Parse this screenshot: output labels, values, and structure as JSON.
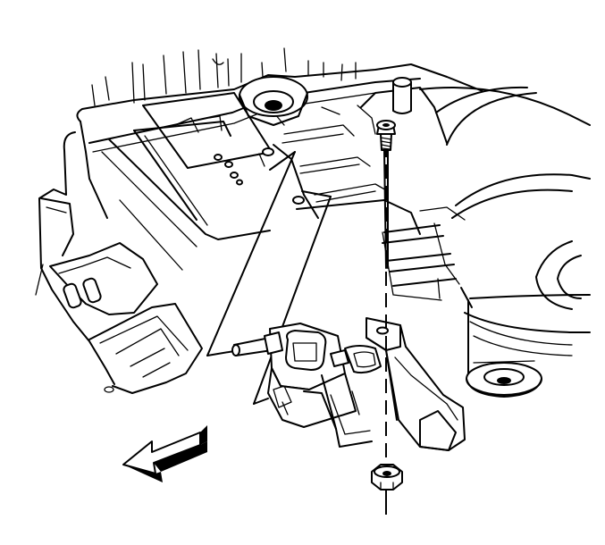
{
  "diagram": {
    "components": [
      {
        "id": "vehicle-underbody-frame",
        "icon": "frame-drawing"
      },
      {
        "id": "spare-tire",
        "icon": "tire-drawing"
      },
      {
        "id": "evap-canister",
        "icon": "canister-drawing"
      },
      {
        "id": "canister-bracket",
        "icon": "bracket-drawing"
      },
      {
        "id": "upper-bolt",
        "icon": "bolt-drawing"
      },
      {
        "id": "lower-nut",
        "icon": "nut-drawing"
      },
      {
        "id": "front-direction-arrow",
        "icon": "arrow-left-icon"
      }
    ],
    "colors": {
      "line": "#000000",
      "background": "#ffffff"
    }
  }
}
